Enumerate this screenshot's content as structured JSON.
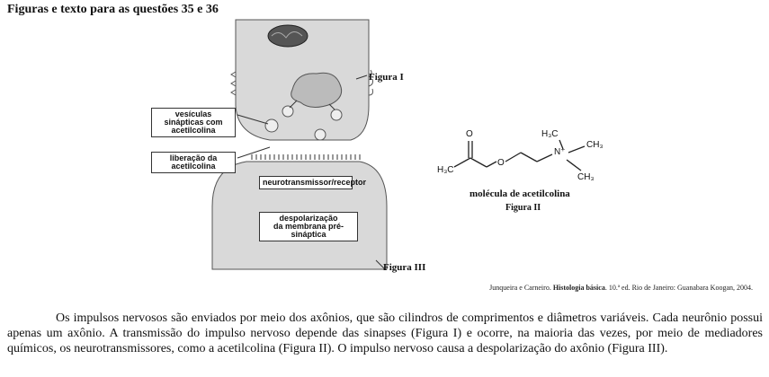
{
  "header": {
    "title": "Figuras e texto para as questões 35 e 36"
  },
  "figure1": {
    "label": "Figura I",
    "box_vesicles": [
      "vesículas",
      "sinápticas com",
      "acetilcolina"
    ],
    "box_release": [
      "liberação da",
      "acetilcolina"
    ]
  },
  "figure3": {
    "label": "Figura III",
    "box_receptor": "neurotransmissor/receptor",
    "box_depol": [
      "despolarização",
      "da membrana pré-sináptica"
    ]
  },
  "figure2": {
    "label": "Figura II",
    "caption": "molécula de acetilcolina",
    "atoms": {
      "o_top": "O",
      "o_chain": "O",
      "h3c_left": "H₃C",
      "n_plus": "N⁺",
      "ch3_top_left": "H₃C",
      "ch3_right": "CH₃",
      "ch3_bottom": "CH₃"
    }
  },
  "citation": {
    "prefix": "Junqueira e Carneiro.",
    "title": "Histologia básica",
    "suffix": ". 10.ª ed. Rio de Janeiro: Guanabara Koogan, 2004."
  },
  "paragraph": {
    "text": "Os impulsos nervosos são enviados por meio dos axônios, que são cilindros de comprimentos e diâmetros variáveis. Cada neurônio possui apenas um axônio. A transmissão do impulso nervoso depende das sinapses (Figura I) e ocorre, na maioria das vezes, por meio de mediadores químicos, os neurotransmissores, como a acetilcolina (Figura II). O impulso nervoso causa a despolarização do axônio (Figura III)."
  }
}
